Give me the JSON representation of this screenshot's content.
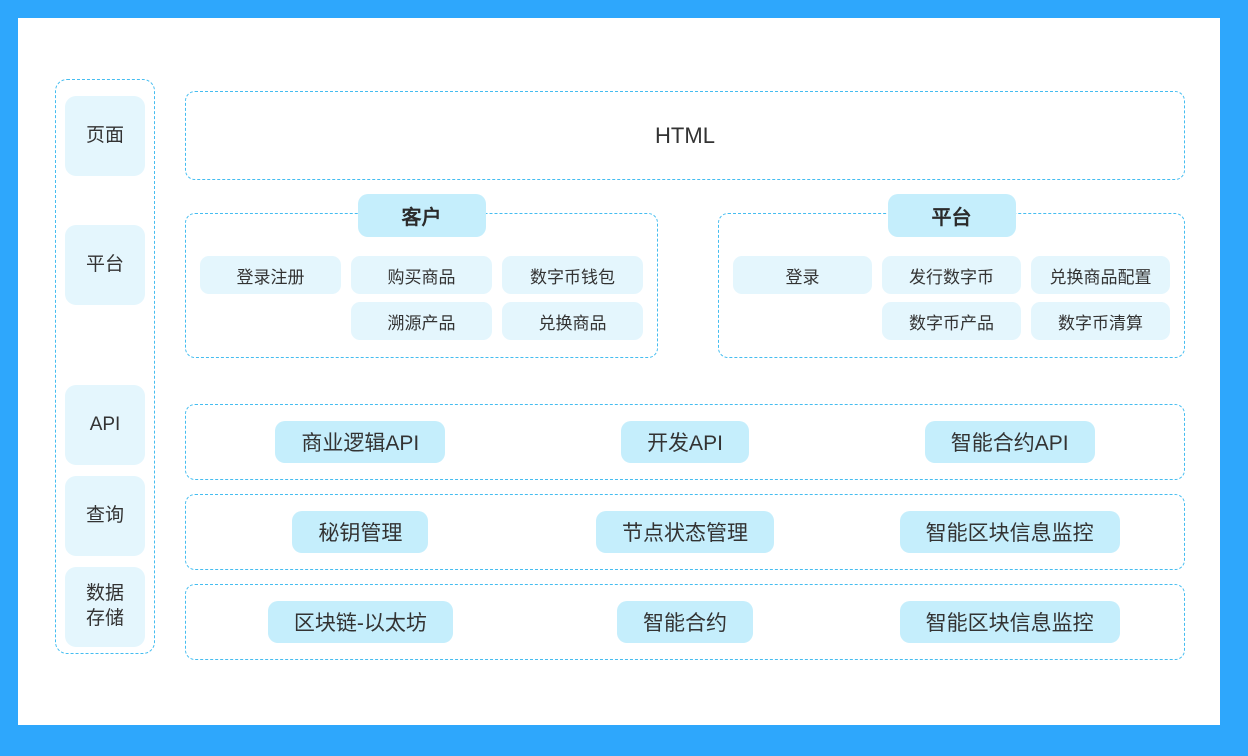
{
  "theme": {
    "page_background": "#2ea7fc",
    "card_background": "#ffffff",
    "dashed_border": "#45bdf0",
    "pill_light": "#e4f6fd",
    "pill_strong": "#c5eefc",
    "text": "#333333"
  },
  "rail": {
    "items": [
      {
        "label": "页面"
      },
      {
        "label": "平台"
      },
      {
        "label": "API"
      },
      {
        "label": "查询"
      },
      {
        "label": "数据\n存储"
      }
    ]
  },
  "page_layer": {
    "label": "HTML"
  },
  "groups": [
    {
      "title": "客户",
      "items": [
        {
          "label": "登录注册",
          "column": 1
        },
        {
          "label": "购买商品",
          "column": 2
        },
        {
          "label": "数字币钱包",
          "column": 3
        },
        {
          "label": "溯源产品",
          "column": 2
        },
        {
          "label": "兑换商品",
          "column": 3
        }
      ]
    },
    {
      "title": "平台",
      "items": [
        {
          "label": "登录",
          "column": 1
        },
        {
          "label": "发行数字币",
          "column": 2
        },
        {
          "label": "兑换商品配置",
          "column": 3
        },
        {
          "label": "数字币产品",
          "column": 2
        },
        {
          "label": "数字币清算",
          "column": 3
        }
      ]
    }
  ],
  "layers": [
    {
      "name": "api",
      "items": [
        {
          "label": "商业逻辑API"
        },
        {
          "label": "开发API"
        },
        {
          "label": "智能合约API"
        }
      ]
    },
    {
      "name": "query",
      "items": [
        {
          "label": "秘钥管理"
        },
        {
          "label": "节点状态管理"
        },
        {
          "label": "智能区块信息监控"
        }
      ]
    },
    {
      "name": "storage",
      "items": [
        {
          "label": "区块链-以太坊"
        },
        {
          "label": "智能合约"
        },
        {
          "label": "智能区块信息监控"
        }
      ]
    }
  ]
}
